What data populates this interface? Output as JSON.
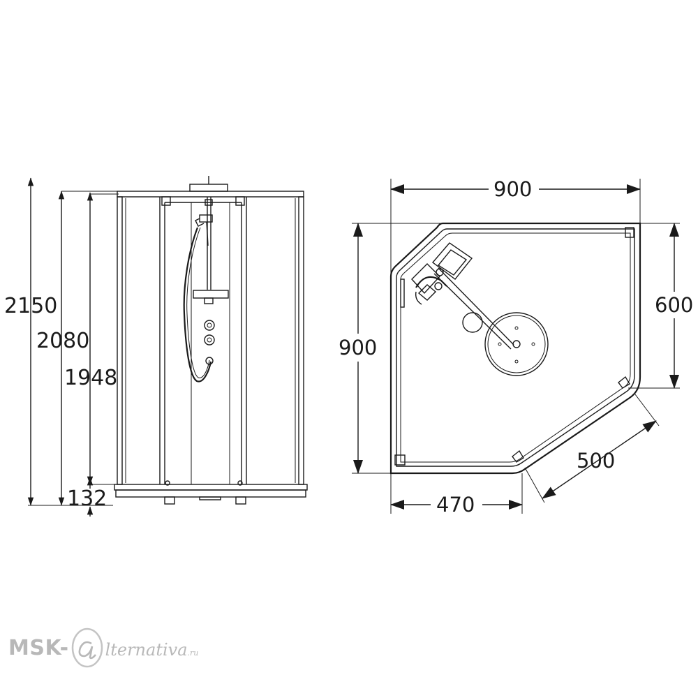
{
  "front_view": {
    "dimensions": {
      "total_height": "2150",
      "cabin_height": "2080",
      "door_height": "1948",
      "tray_height": "132"
    }
  },
  "top_view": {
    "dimensions": {
      "width": "900",
      "depth": "900",
      "side": "600",
      "diagonal": "500",
      "front_segment": "470"
    }
  },
  "watermark": {
    "left": "MSK-",
    "right": "lternativa",
    "suffix": ".ru",
    "color": "#b8b8b8"
  },
  "colors": {
    "line": "#1a1a1a",
    "background": "#ffffff"
  }
}
